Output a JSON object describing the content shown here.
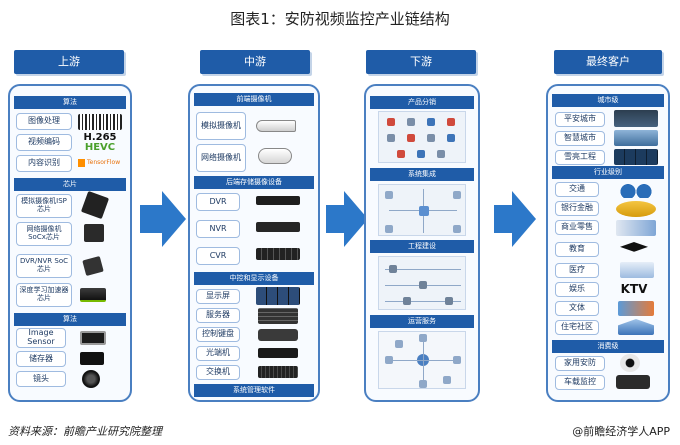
{
  "title": "图表1：安防视频监控产业链结构",
  "stages": {
    "upstream": "上游",
    "midstream": "中游",
    "downstream": "下游",
    "final": "最终客户"
  },
  "upstream": {
    "algo_header": "算法",
    "algo_items": [
      "图像处理",
      "视频编码",
      "内容识别"
    ],
    "codec_logo_1": "H.265",
    "codec_logo_2": "HEVC",
    "tf_logo": "TensorFlow",
    "chip_header": "芯片",
    "chip_items": [
      "模拟摄像机ISP芯片",
      "网络摄像机SoCx芯片",
      "DVR/NVR SoC芯片",
      "深度学习加速器芯片"
    ],
    "sensor_header": "算法",
    "sensor_items": [
      "Image Sensor",
      "储存器",
      "镜头"
    ]
  },
  "midstream": {
    "camera_header": "前端摄像机",
    "camera_items": [
      "模拟摄像机",
      "网络摄像机"
    ],
    "storage_header": "后端存储摄像设备",
    "storage_items": [
      "DVR",
      "NVR",
      "CVR"
    ],
    "control_header": "中控和显示设备",
    "control_items": [
      "显示屏",
      "服务器",
      "控制键盘",
      "光端机",
      "交换机"
    ],
    "software_header": "系统管理软件"
  },
  "downstream": {
    "sections": [
      "产品分销",
      "系统集成",
      "工程建设",
      "运营服务"
    ]
  },
  "final": {
    "city_header": "城市级",
    "city_items": [
      "平安城市",
      "智慧城市",
      "雪亮工程"
    ],
    "industry_header": "行业级别",
    "industry_items": [
      "交通",
      "银行金融",
      "商业零售",
      "教育",
      "医疗",
      "娱乐",
      "文体",
      "住宅社区"
    ],
    "ktv_logo": "KTV",
    "consumer_header": "消费级",
    "consumer_items": [
      "家用安防",
      "车载监控"
    ]
  },
  "footer": {
    "source": "资料来源：前瞻产业研究院整理",
    "brand": "@前瞻经济学人APP"
  }
}
